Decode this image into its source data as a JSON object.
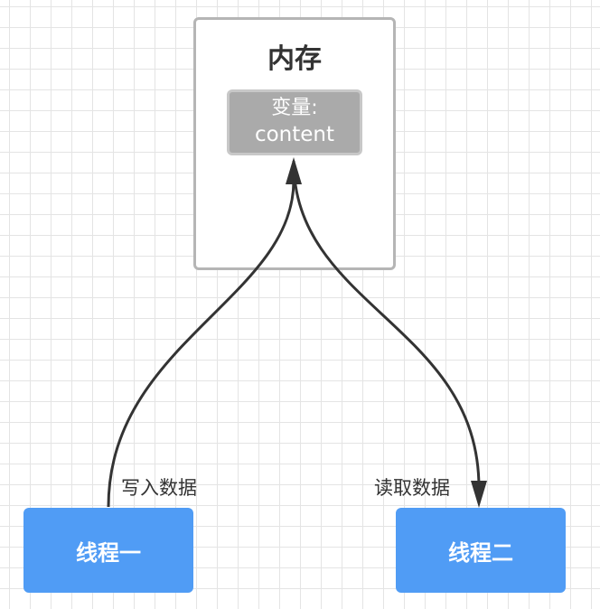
{
  "memory": {
    "title": "内存",
    "variable": {
      "label": "变量:",
      "name": "content"
    }
  },
  "threads": [
    {
      "label": "线程一"
    },
    {
      "label": "线程二"
    }
  ],
  "edges": {
    "write_label": "写入数据",
    "read_label": "读取数据"
  },
  "colors": {
    "thread_fill": "#509cf5",
    "variable_fill": "#aaaaaa",
    "memory_border": "#b5b5b5",
    "arrow": "#333333"
  }
}
